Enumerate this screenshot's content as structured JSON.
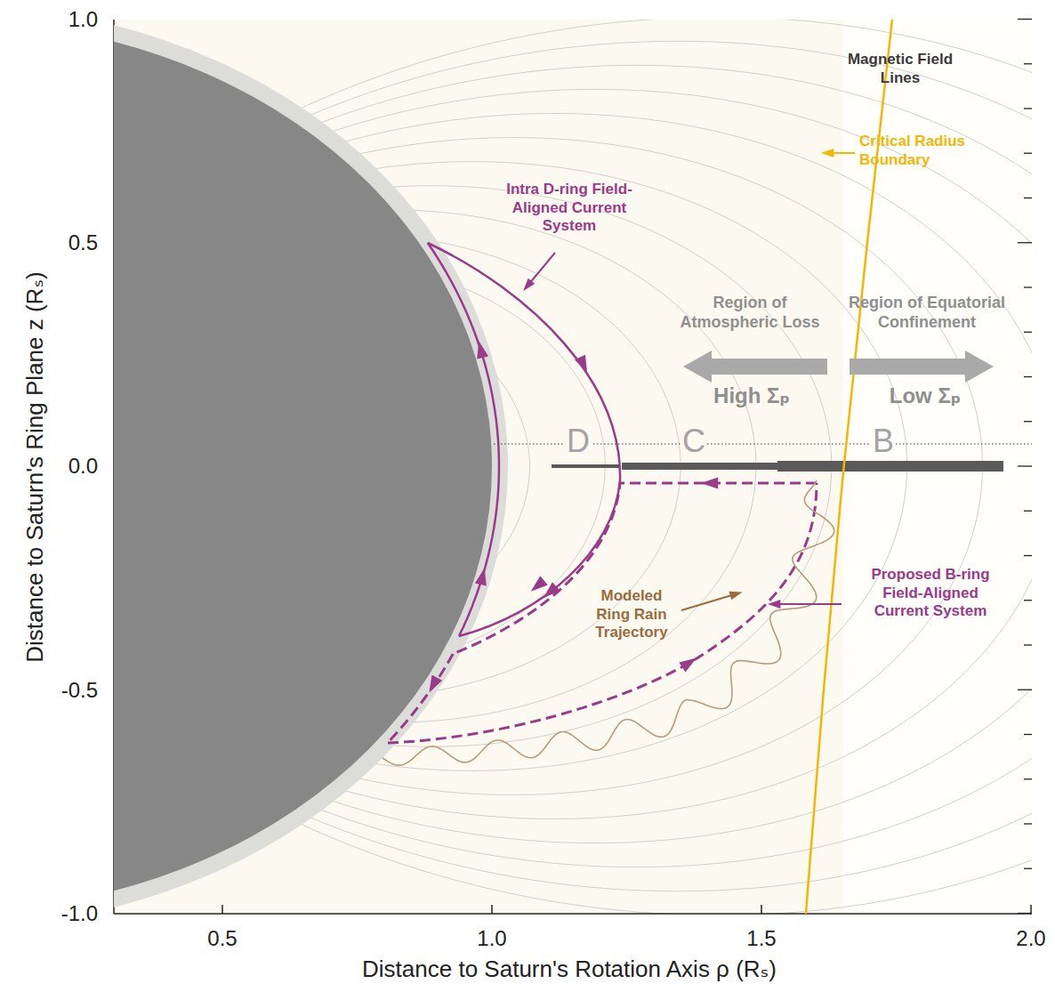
{
  "diagram": {
    "labels": [
      "1.0",
      "0.5",
      "0.0",
      "-0.5",
      "-1.0",
      "0.5",
      "1.0",
      "1.5",
      "2.0",
      "Distance to Saturn's Ring Plane z (Rₛ)",
      "Distance to Saturn's Rotation Axis ρ (Rₛ)",
      "Magnetic Field Lines",
      "Critical Radius Boundary",
      "Intra D-ring Field-Aligned Current System",
      "Region of Atmospheric Loss",
      "Region of Equatorial Confinement",
      "High Σₚ",
      "Low Σₚ",
      "D",
      "C",
      "B",
      "Modeled Ring Rain Trajectory",
      "Proposed B-ring Field-Aligned Current System"
    ]
  }
}
